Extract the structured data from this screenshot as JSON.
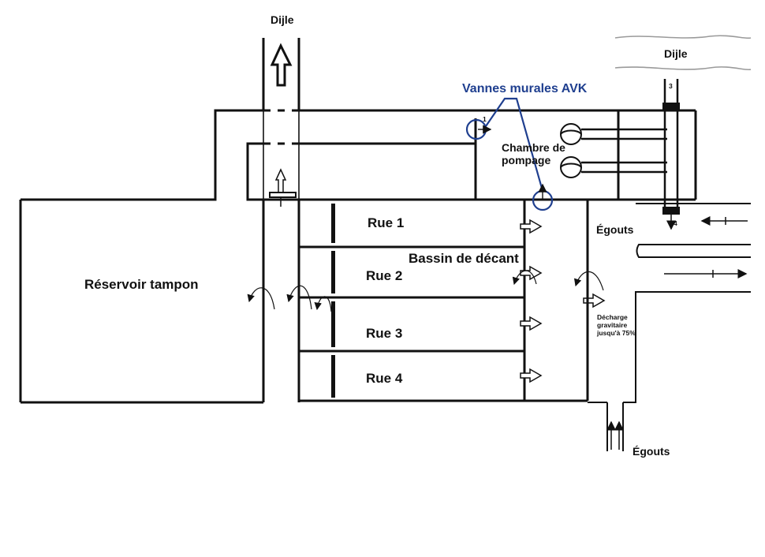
{
  "labels": {
    "river_top_left": "Dijle",
    "river_top_right": "Dijle",
    "valves": "Vannes murales AVK",
    "pump_chamber_line1": "Chambre de",
    "pump_chamber_line2": "pompage",
    "buffer_tank": "Réservoir tampon",
    "settling_basin": "Bassin de décant",
    "lane_1": "Rue 1",
    "lane_2": "Rue 2",
    "lane_3": "Rue 3",
    "lane_4": "Rue 4",
    "sewers_right": "Égouts",
    "sewers_bottom": "Égouts",
    "discharge_line1": "Décharge",
    "discharge_line2": "gravitaire",
    "discharge_line3": "jusqu'à 75%",
    "valve_number_1": "1",
    "valve_number_3": "3",
    "valve_number_4": "4"
  },
  "colors": {
    "structure": "#111111",
    "accent": "#1f3f8f",
    "river": "#9a9a9a"
  }
}
